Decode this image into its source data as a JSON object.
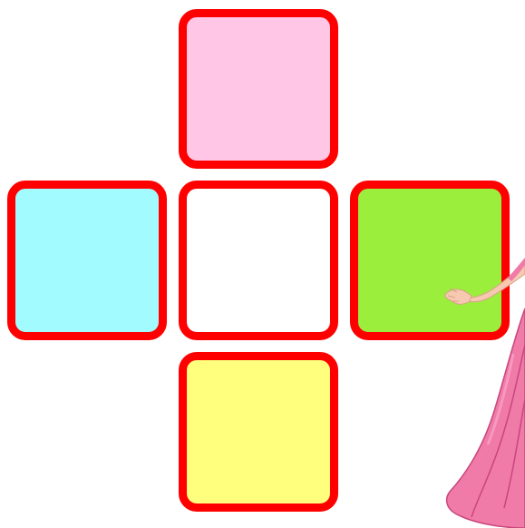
{
  "board": {
    "border_color": "#ff0000",
    "tiles": [
      {
        "id": "top",
        "color": "#ffc6e6"
      },
      {
        "id": "left",
        "color": "#a2fcff"
      },
      {
        "id": "center",
        "color": "#ffffff"
      },
      {
        "id": "right",
        "color": "#9bef3c"
      },
      {
        "id": "bottom",
        "color": "#fffe7d"
      }
    ]
  },
  "character": {
    "icon": "princess-icon",
    "dress_color": "#f07aa8",
    "skin_color": "#f7c9b0"
  }
}
